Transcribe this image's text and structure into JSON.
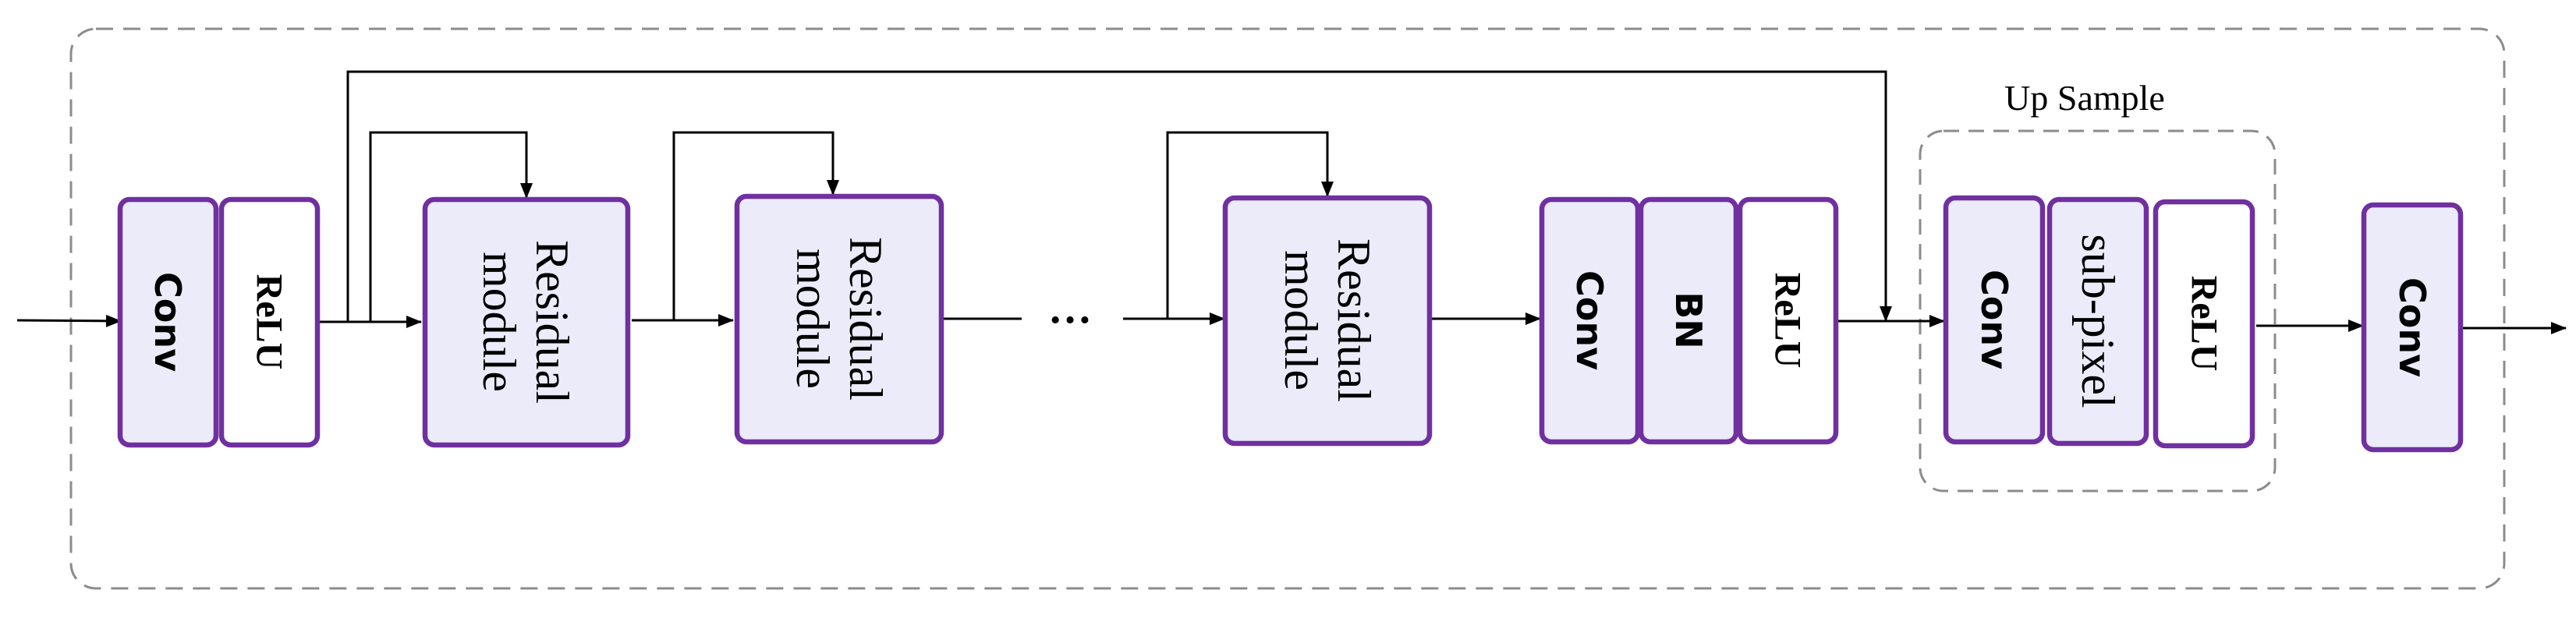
{
  "upsample": {
    "caption": "Up Sample"
  },
  "ellipsis": "…",
  "colors": {
    "block_border": "#7030a0",
    "block_fill_light": "#ebebf9",
    "block_fill_white": "#ffffff",
    "dashed": "#8c8c8c",
    "wire": "#000000"
  },
  "blocks": {
    "conv1": "Conv",
    "relu1": "ReLU",
    "res1_line1": "Residual",
    "res1_line2": "module",
    "res2_line1": "Residual",
    "res2_line2": "module",
    "res3_line1": "Residual",
    "res3_line2": "module",
    "conv2": "Conv",
    "bn": "BN",
    "relu2": "ReLU",
    "conv3": "Conv",
    "subpixel": "sub-pixel",
    "relu3": "ReLU",
    "conv4": "Conv"
  }
}
